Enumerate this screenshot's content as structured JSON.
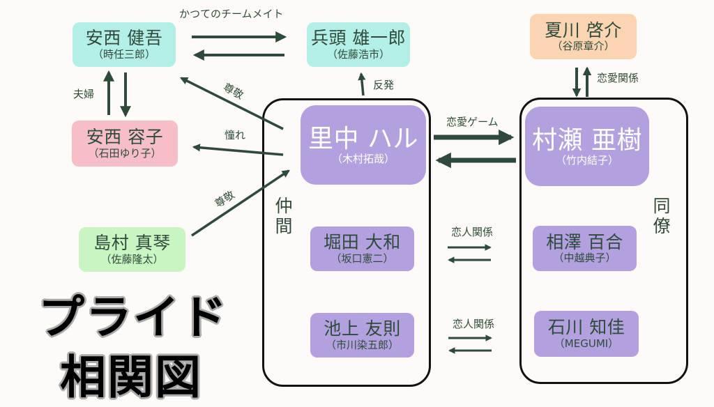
{
  "title": {
    "line1": "プライド",
    "line2": "相関図"
  },
  "colors": {
    "ink": "#2f4a3c",
    "teal": "#b3efe6",
    "pink": "#f6bfc7",
    "green": "#c9f5c3",
    "peach": "#fbd5b2",
    "purple": "#b2a1de"
  },
  "characters": {
    "anzai_kengo": {
      "name": "安西 健吾",
      "actor": "（時任三郎）"
    },
    "hyodo_yuichiro": {
      "name": "兵頭 雄一郎",
      "actor": "（佐藤浩市）"
    },
    "natsukawa_keisuke": {
      "name": "夏川 啓介",
      "actor": "（谷原章介）"
    },
    "anzai_yoko": {
      "name": "安西 容子",
      "actor": "（石田ゆり子）"
    },
    "satonaka_haru": {
      "name": "里中 ハル",
      "actor": "（木村拓哉）"
    },
    "murase_aki": {
      "name": "村瀬 亜樹",
      "actor": "（竹内結子）"
    },
    "shimamura_makoto": {
      "name": "島村 真琴",
      "actor": "（佐藤隆太）"
    },
    "horita_yamato": {
      "name": "堀田 大和",
      "actor": "（坂口憲二）"
    },
    "ikegami_tomonori": {
      "name": "池上 友則",
      "actor": "（市川染五郎）"
    },
    "aizawa_yuri": {
      "name": "相澤 百合",
      "actor": "（中越典子）"
    },
    "ishikawa_chika": {
      "name": "石川 知佳",
      "actor": "（MEGUMI）"
    }
  },
  "relations": {
    "former_teammates": "かつてのチームメイト",
    "married": "夫婦",
    "respect_top": "尊敬",
    "admiration": "憧れ",
    "respect_bottom": "尊敬",
    "rebellion": "反発",
    "romance": "恋愛関係",
    "love_game": "恋愛ゲーム",
    "lovers_1": "恋人関係",
    "lovers_2": "恋人関係"
  },
  "groups": {
    "friends": "仲間",
    "coworkers": "同僚"
  }
}
